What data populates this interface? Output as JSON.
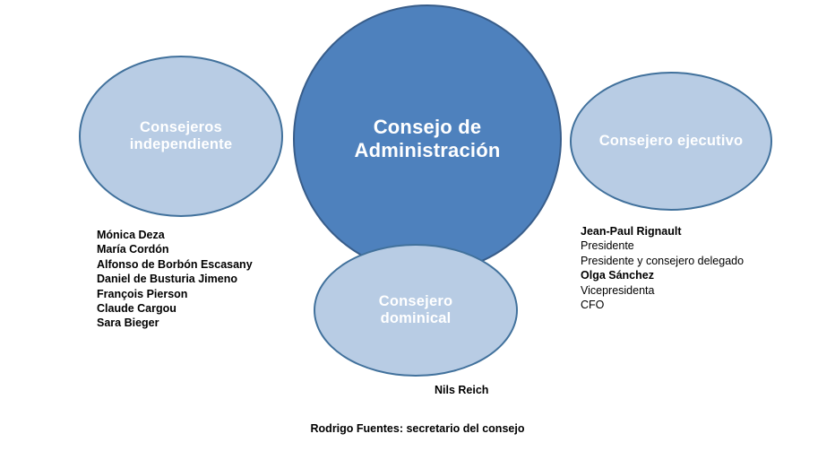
{
  "diagram": {
    "title": "Consejo de Administración",
    "palette": {
      "center_fill": "#4E81BD",
      "center_border": "#385D8A",
      "satellite_fill": "#B8CCE4",
      "satellite_border": "#41719C",
      "label_text": "#FFFFFF",
      "body_text": "#000000",
      "background": "#FFFFFF"
    },
    "nodes": {
      "center": {
        "label": "Consejo de\nAdministración"
      },
      "left": {
        "label": "Consejeros\nindependiente"
      },
      "right": {
        "label": "Consejero ejecutivo"
      },
      "bottom": {
        "label": "Consejero\ndominical"
      }
    },
    "lists": {
      "independientes": [
        "Mónica Deza",
        "María Cordón",
        "Alfonso de Borbón Escasany",
        "Daniel de Busturia Jimeno",
        "François Pierson",
        "Claude Cargou",
        "Sara Bieger"
      ],
      "ejecutivos": [
        {
          "name": "Jean-Paul Rignault",
          "roles": [
            "Presidente",
            "Presidente y consejero delegado"
          ]
        },
        {
          "name": "Olga Sánchez",
          "roles": [
            "Vicepresidenta",
            "CFO"
          ]
        }
      ],
      "dominical": "Nils Reich"
    },
    "footer": "Rodrigo Fuentes: secretario del consejo"
  }
}
